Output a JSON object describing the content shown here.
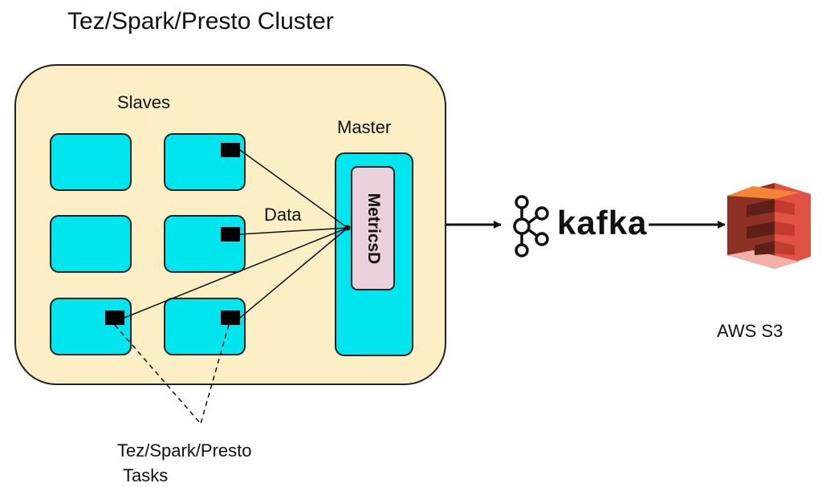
{
  "diagram": {
    "title": "Tez/Spark/Presto Cluster",
    "slaves_label": "Slaves",
    "master_label": "Master",
    "metrics_label": "MetricsD",
    "data_label": "Data",
    "tasks_label_line1": "Tez/Spark/Presto",
    "tasks_label_line2": "Tasks",
    "kafka_label": "kafka",
    "s3_label": "AWS S3"
  },
  "colors": {
    "cluster_fill": "#fdefc5",
    "node_fill": "#00e5ee",
    "metrics_fill": "#ead1dc",
    "s3_red": "#e05243"
  },
  "icons": [
    "kafka-logo-icon",
    "aws-s3-icon",
    "task-marker-icon",
    "arrow-icon"
  ]
}
